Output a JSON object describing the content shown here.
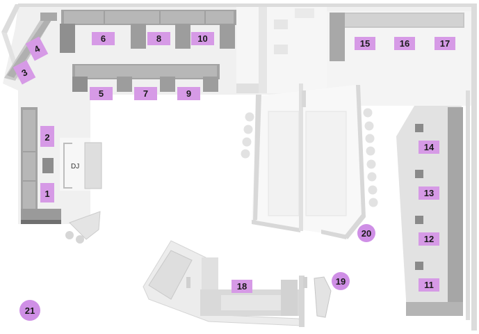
{
  "colors": {
    "floor": "#eeeeee",
    "wall": "#dcdcdc",
    "booth": "#9a9a9a",
    "booth_dark": "#6f6f6f",
    "seat": "#bdbdbd",
    "table_label": "#d69ae6",
    "marker": "#cf8fe6"
  },
  "dj_label": "DJ",
  "tables": [
    {
      "id": "1",
      "label": "1"
    },
    {
      "id": "2",
      "label": "2"
    },
    {
      "id": "3",
      "label": "3"
    },
    {
      "id": "4",
      "label": "4"
    },
    {
      "id": "5",
      "label": "5"
    },
    {
      "id": "6",
      "label": "6"
    },
    {
      "id": "7",
      "label": "7"
    },
    {
      "id": "8",
      "label": "8"
    },
    {
      "id": "9",
      "label": "9"
    },
    {
      "id": "10",
      "label": "10"
    },
    {
      "id": "11",
      "label": "11"
    },
    {
      "id": "12",
      "label": "12"
    },
    {
      "id": "13",
      "label": "13"
    },
    {
      "id": "14",
      "label": "14"
    },
    {
      "id": "15",
      "label": "15"
    },
    {
      "id": "16",
      "label": "16"
    },
    {
      "id": "17",
      "label": "17"
    },
    {
      "id": "18",
      "label": "18"
    }
  ],
  "markers": [
    {
      "id": "19",
      "label": "19"
    },
    {
      "id": "20",
      "label": "20"
    },
    {
      "id": "21",
      "label": "21"
    }
  ]
}
